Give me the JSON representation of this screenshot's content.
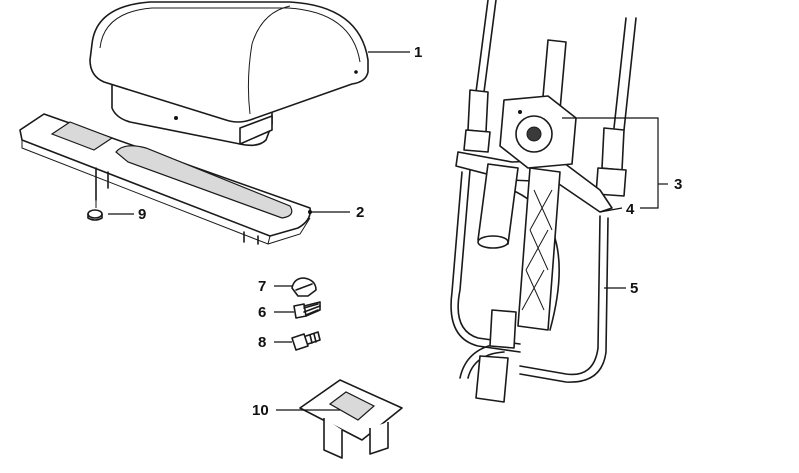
{
  "diagram": {
    "parts": [
      {
        "id": "headrest-cushion",
        "number": "1"
      },
      {
        "id": "trim-cover",
        "number": "2"
      },
      {
        "id": "guide-assembly",
        "number": "3"
      },
      {
        "id": "guide-sleeve",
        "number": "4"
      },
      {
        "id": "headrest-frame",
        "number": "5"
      },
      {
        "id": "screw-6",
        "number": "6"
      },
      {
        "id": "clip-7",
        "number": "7"
      },
      {
        "id": "screw-8",
        "number": "8"
      },
      {
        "id": "expanding-rivet",
        "number": "9"
      },
      {
        "id": "cover-plate",
        "number": "10"
      }
    ]
  }
}
